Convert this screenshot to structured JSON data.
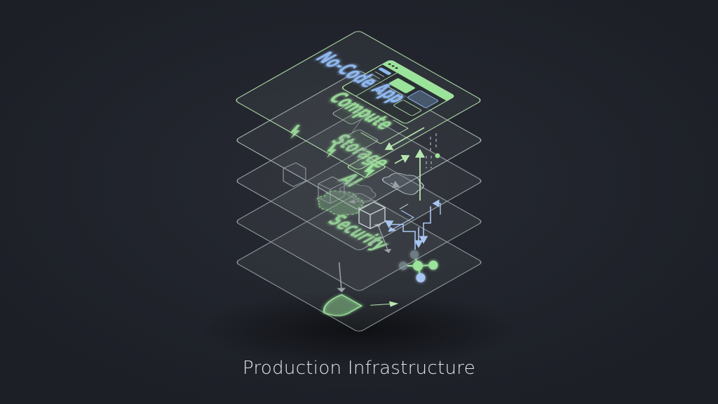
{
  "caption": "Production Infrastructure",
  "colors": {
    "background": "#20232b",
    "green": "#9be39a",
    "blue": "#8fb8f0",
    "edge_top": "#b8e6b0",
    "edge": "#c9d3d6",
    "caption": "#e4e6ea"
  },
  "layers": [
    {
      "name": "No-Code App",
      "color": "#8fb8f0",
      "icon": "browser-window-icon"
    },
    {
      "name": "Compute",
      "color": "#9be39a",
      "icon": "lightning-bolt-icon"
    },
    {
      "name": "Storage",
      "color": "#9be39a",
      "icon": "cube-icon"
    },
    {
      "name": "AI",
      "color": "#9be39a",
      "icon": "brain-cloud-icon"
    },
    {
      "name": "Security",
      "color": "#9be39a",
      "icon": "shield-icon"
    }
  ],
  "labels": {
    "l0": "No-Code App",
    "l1": "Compute",
    "l2": "Storage",
    "l3": "AI",
    "l4": "Security"
  }
}
